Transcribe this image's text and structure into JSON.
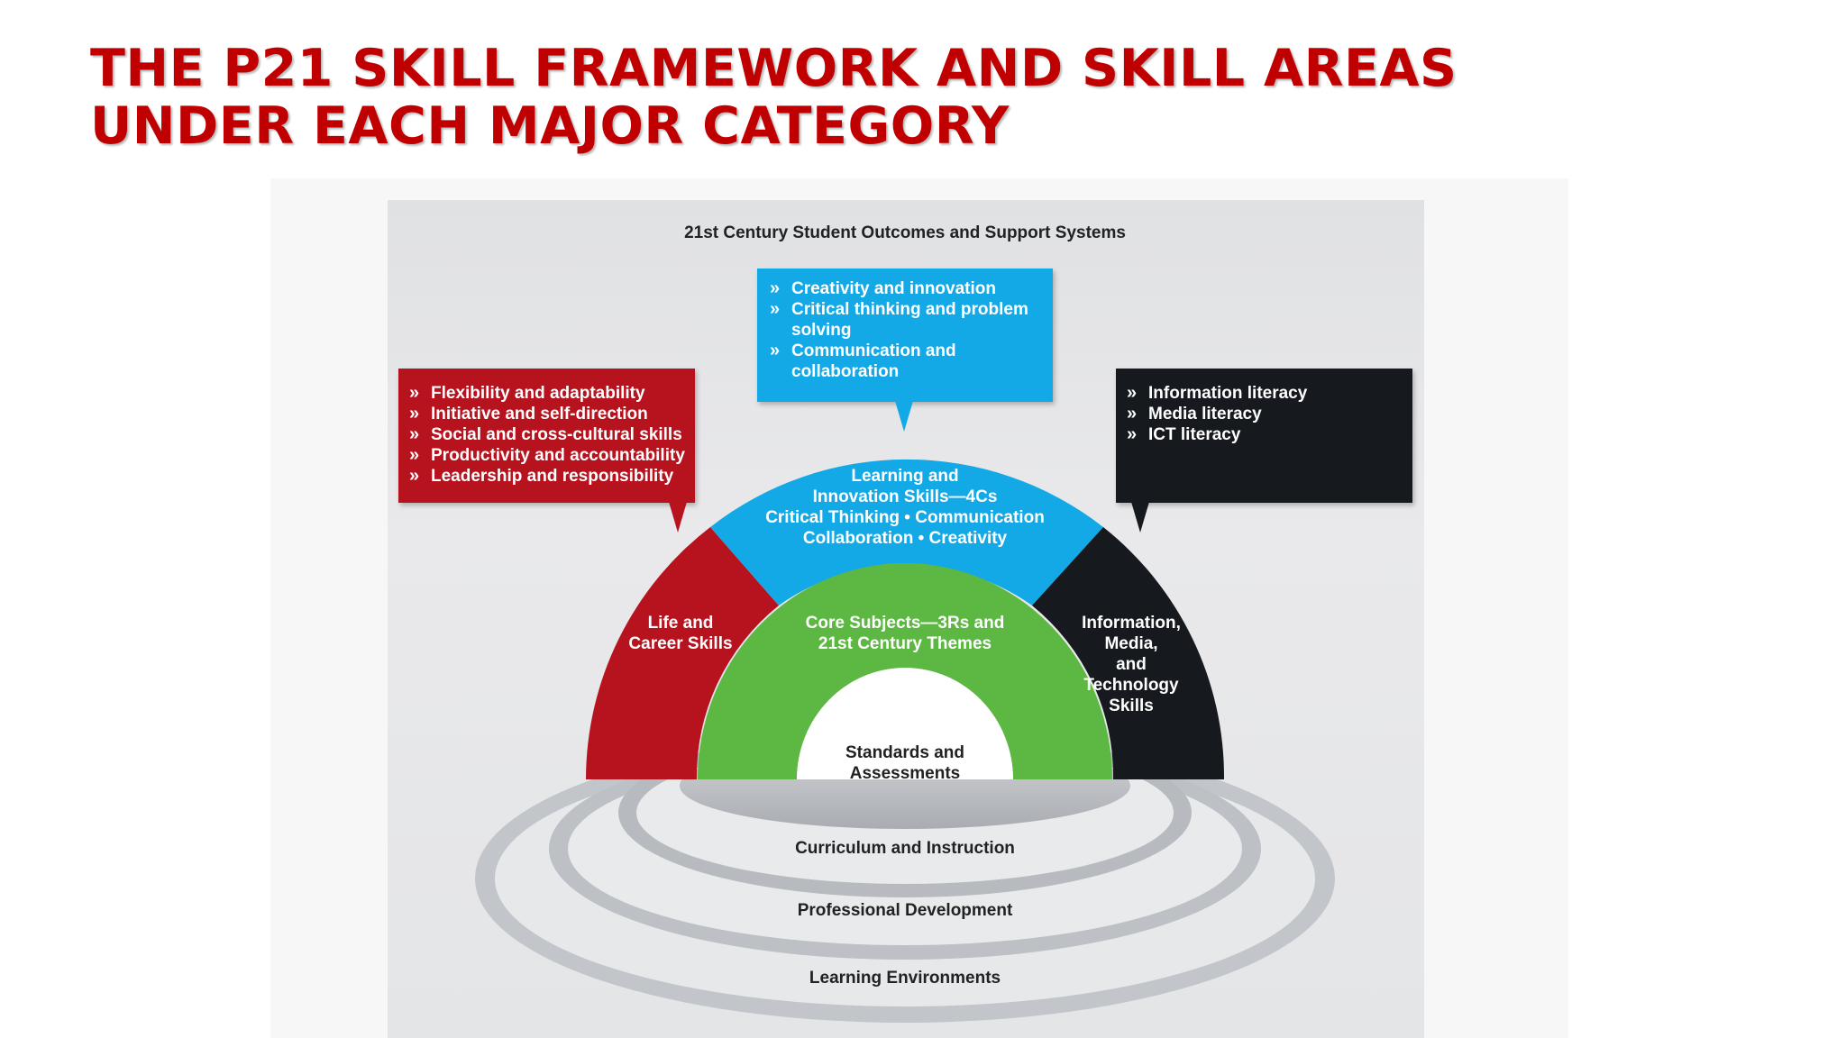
{
  "slide": {
    "title_lines": [
      "THE P21 SKILL FRAMEWORK AND SKILL AREAS",
      "UNDER EACH MAJOR CATEGORY"
    ]
  },
  "diagram": {
    "heading": "21st Century Student Outcomes and Support Systems",
    "bullet_marker": "»",
    "callouts": {
      "life": {
        "items": [
          "Flexibility and adaptability",
          "Initiative and self-direction",
          "Social and cross-cultural skills",
          "Productivity and accountability",
          "Leadership and responsibility"
        ]
      },
      "learning": {
        "items": [
          "Creativity and innovation",
          "Critical thinking and problem solving",
          "Communication and collaboration"
        ]
      },
      "info": {
        "items": [
          "Information literacy",
          "Media literacy",
          "ICT literacy"
        ]
      }
    },
    "arcs": {
      "learning": {
        "lines": [
          "Learning and",
          "Innovation Skills—4Cs",
          "Critical Thinking • Communication",
          "Collaboration • Creativity"
        ]
      },
      "life": {
        "lines": [
          "Life and",
          "Career Skills"
        ]
      },
      "info": {
        "lines": [
          "Information,",
          "Media,",
          "and",
          "Technology",
          "Skills"
        ]
      },
      "core": {
        "lines": [
          "Core Subjects—3Rs and",
          "21st Century Themes"
        ]
      },
      "standards": {
        "lines": [
          "Standards and",
          "Assessments"
        ]
      }
    },
    "support_rings": [
      "Curriculum and Instruction",
      "Professional Development",
      "Learning Environments"
    ],
    "colors": {
      "life": "#b7131f",
      "learning": "#13a9e6",
      "info": "#16191e",
      "core": "#5db843",
      "rings": "#b9bcc0",
      "title": "#c00000"
    }
  }
}
